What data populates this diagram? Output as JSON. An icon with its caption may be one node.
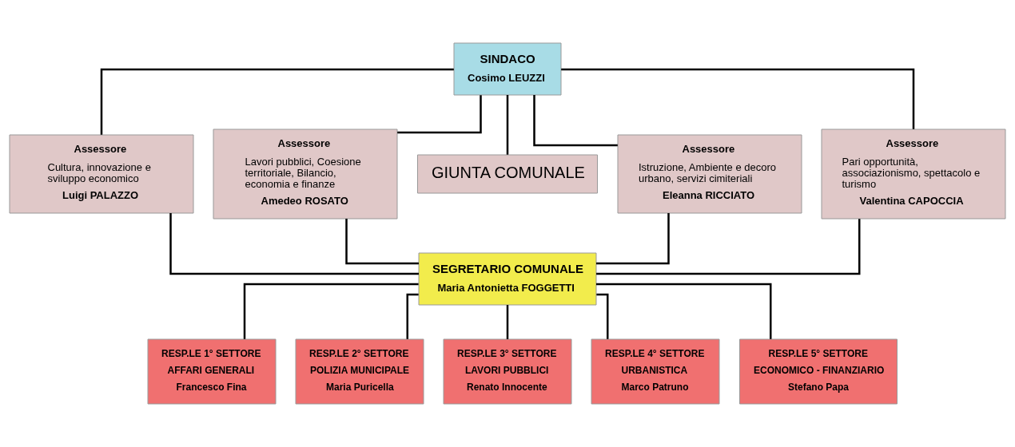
{
  "diagram": {
    "nodes": [
      {
        "text": [
          "SINDACO",
          "Cosimo LEUZZI"
        ]
      },
      {
        "text": [
          "Assessore",
          "Cultura, innovazione e sviluppo economico",
          "Luigi PALAZZO"
        ]
      },
      {
        "text": [
          "Assessore",
          "Lavori pubblici, Coesione territoriale, Bilancio, economia e finanze",
          "Amedeo ROSATO"
        ]
      },
      {
        "text": [
          "GIUNTA COMUNALE"
        ]
      },
      {
        "text": [
          "Assessore",
          "Istruzione, Ambiente e decoro urbano, servizi cimiteriali",
          "Eleanna RICCIATO"
        ]
      },
      {
        "text": [
          "Assessore",
          "Pari opportunità, associazionismo, spettacolo e turismo",
          "Valentina CAPOCCIA"
        ]
      },
      {
        "text": [
          "SEGRETARIO COMUNALE",
          "Maria Antonietta FOGGETTI"
        ]
      },
      {
        "text": [
          "RESP.LE 1° SETTORE",
          "AFFARI GENERALI",
          "Francesco Fina"
        ]
      },
      {
        "text": [
          "RESP.LE 2° SETTORE",
          "POLIZIA MUNICIPALE",
          "Maria Puricella"
        ]
      },
      {
        "text": [
          "RESP.LE 3° SETTORE",
          "LAVORI PUBBLICI",
          "Renato Innocente"
        ]
      },
      {
        "text": [
          "RESP.LE 4° SETTORE",
          "URBANISTICA",
          "Marco Patruno"
        ]
      },
      {
        "text": [
          "RESP.LE 5° SETTORE",
          "ECONOMICO - FINANZIARIO",
          "Stefano Papa"
        ]
      }
    ],
    "edges": [
      {
        "from": 0,
        "to": 1,
        "arrow": "none"
      },
      {
        "from": 0,
        "to": 2,
        "arrow": "none"
      },
      {
        "from": 0,
        "to": 3,
        "arrow": "none"
      },
      {
        "from": 0,
        "to": 4,
        "arrow": "none"
      },
      {
        "from": 0,
        "to": 5,
        "arrow": "none"
      },
      {
        "from": 1,
        "to": 6,
        "arrow": "none"
      },
      {
        "from": 2,
        "to": 6,
        "arrow": "none"
      },
      {
        "from": 4,
        "to": 6,
        "arrow": "none"
      },
      {
        "from": 5,
        "to": 6,
        "arrow": "none"
      },
      {
        "from": 6,
        "to": 7,
        "arrow": "none"
      },
      {
        "from": 6,
        "to": 8,
        "arrow": "none"
      },
      {
        "from": 6,
        "to": 9,
        "arrow": "none"
      },
      {
        "from": 6,
        "to": 10,
        "arrow": "none"
      },
      {
        "from": 6,
        "to": 11,
        "arrow": "none"
      }
    ]
  }
}
